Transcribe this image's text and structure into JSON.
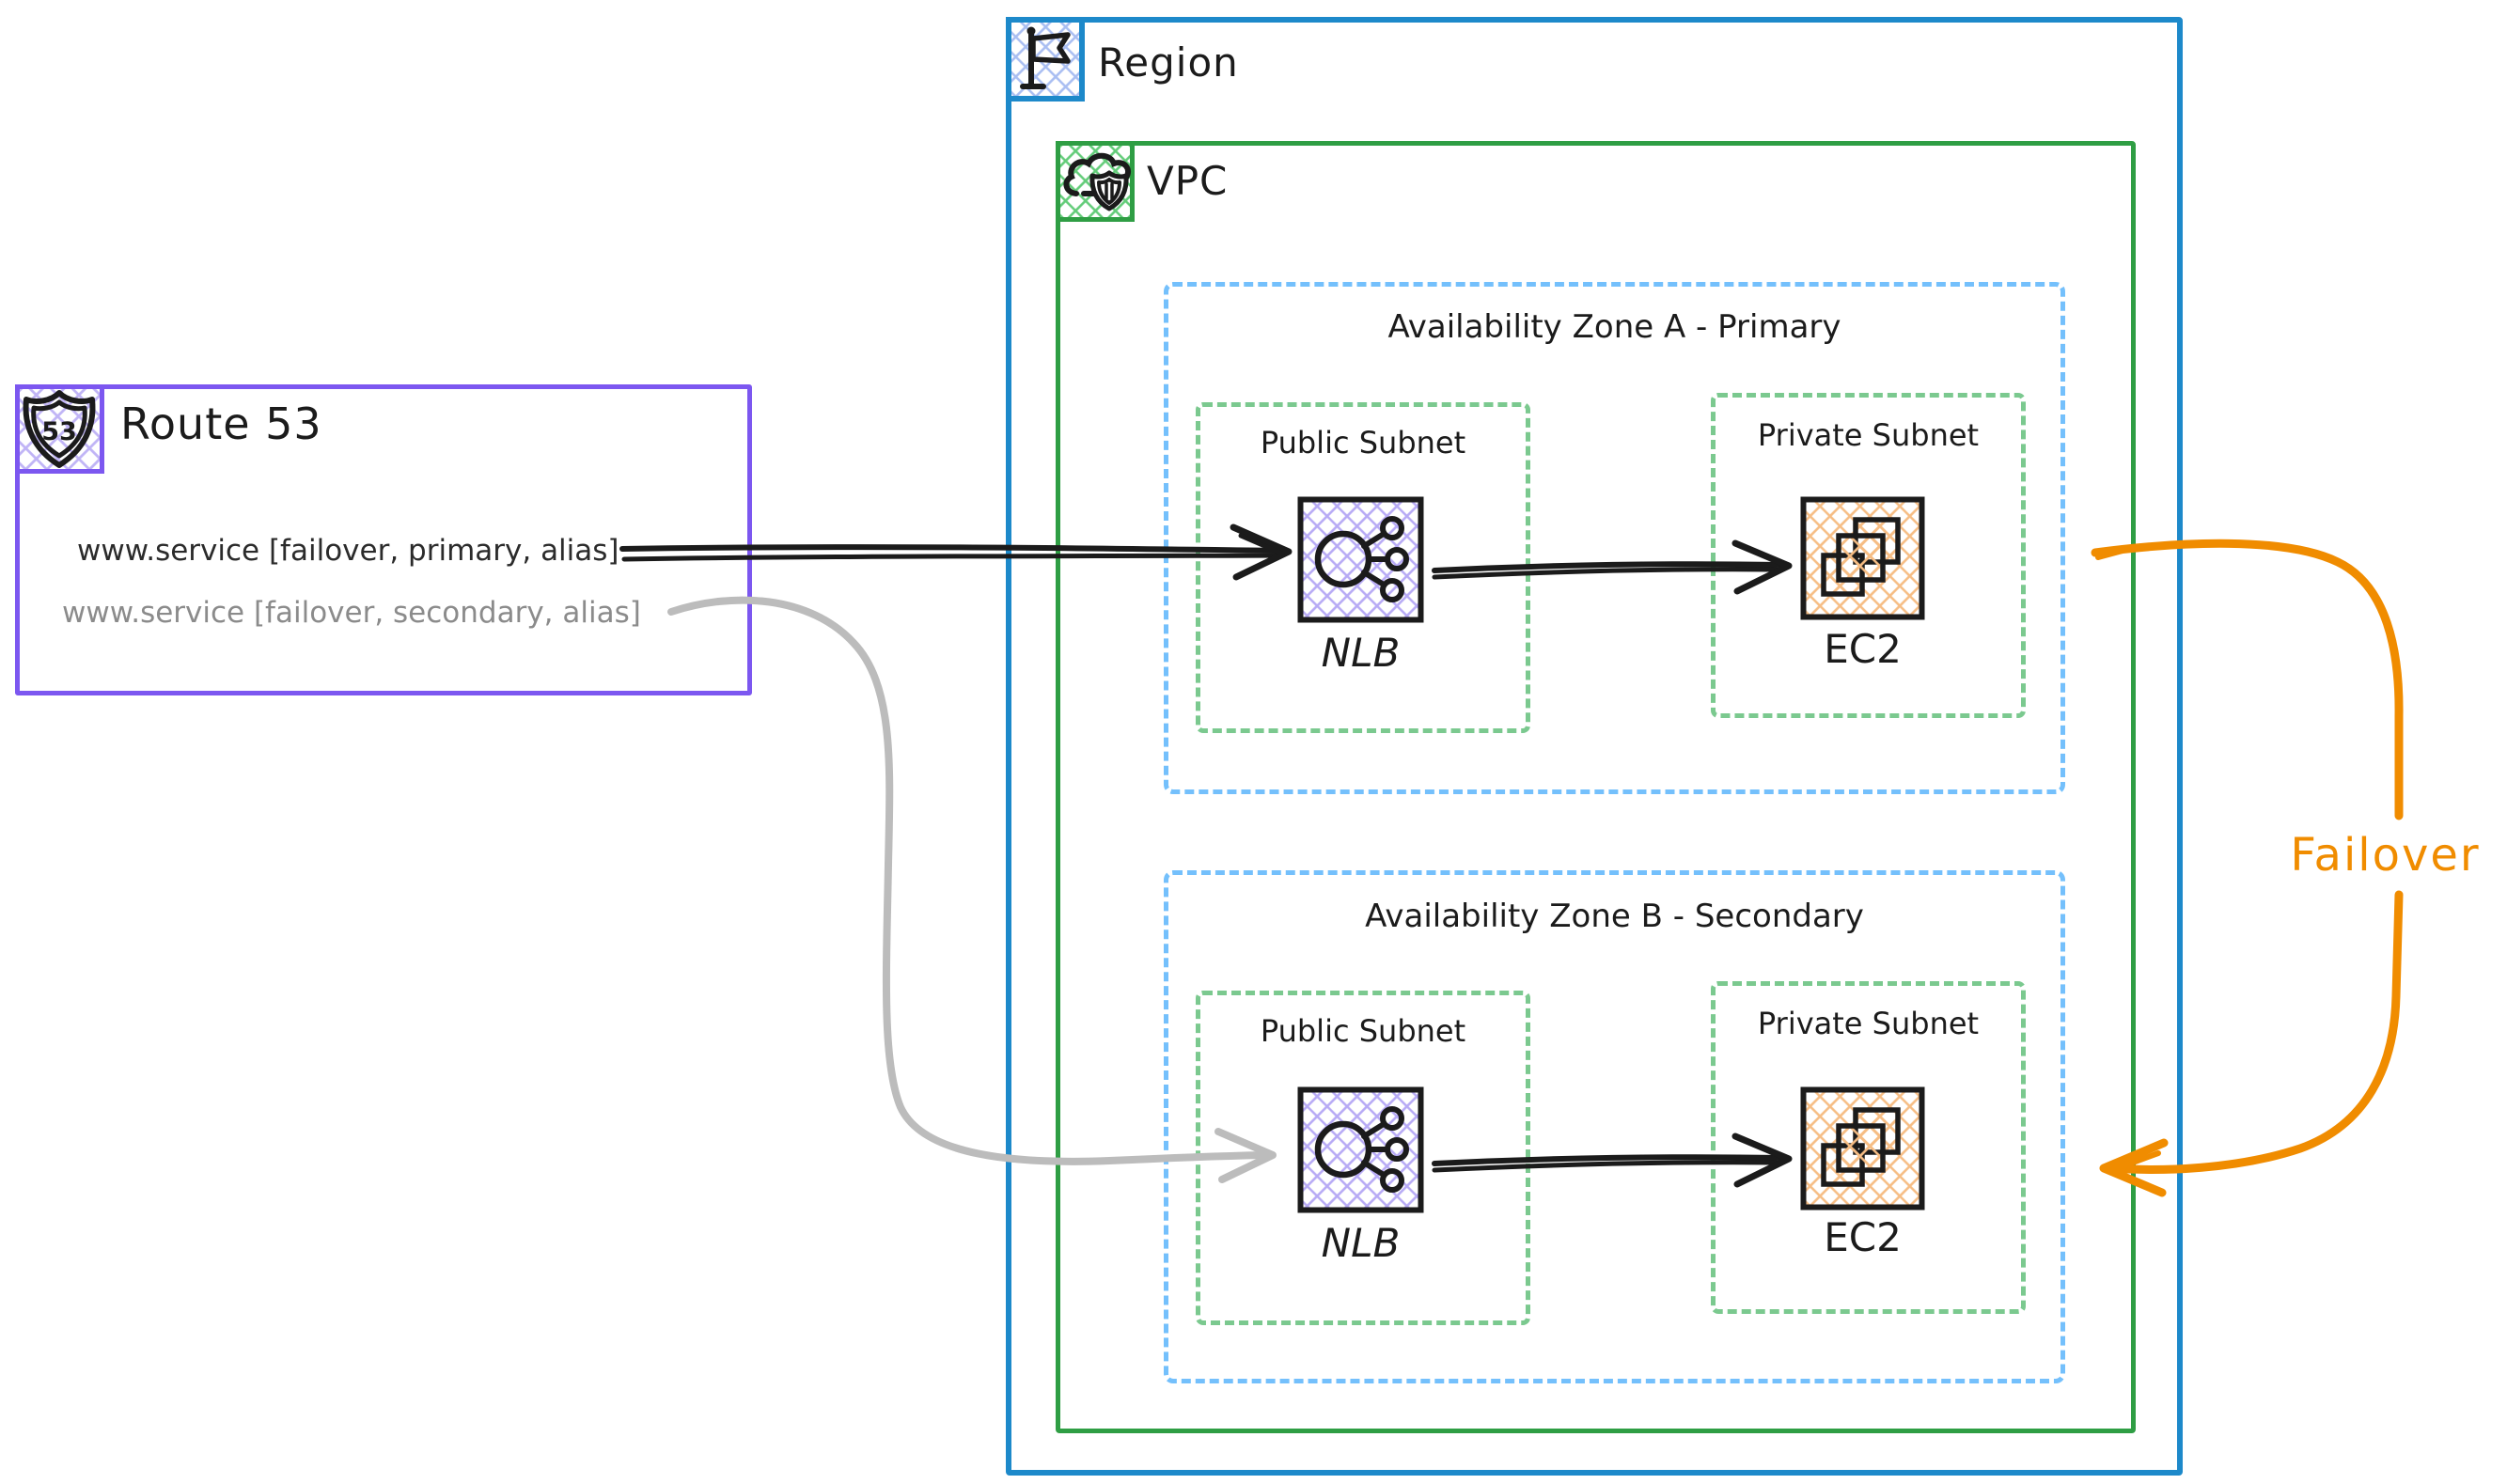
{
  "region": {
    "label": "Region",
    "icon": "flag-icon"
  },
  "vpc": {
    "label": "VPC",
    "icon": "cloud-shield-icon"
  },
  "route53": {
    "title": "Route 53",
    "icon": "route53-badge-icon",
    "badge": "53",
    "records": [
      {
        "label": "www.service [failover, primary, alias]",
        "role": "primary"
      },
      {
        "label": "www.service [failover, secondary, alias]",
        "role": "secondary"
      }
    ]
  },
  "zones": [
    {
      "label": "Availability Zone A - Primary",
      "public_subnet": {
        "label": "Public Subnet"
      },
      "private_subnet": {
        "label": "Private Subnet"
      },
      "nlb": {
        "label": "NLB"
      },
      "ec2": {
        "label": "EC2"
      }
    },
    {
      "label": "Availability Zone B - Secondary",
      "public_subnet": {
        "label": "Public Subnet"
      },
      "private_subnet": {
        "label": "Private Subnet"
      },
      "nlb": {
        "label": "NLB"
      },
      "ec2": {
        "label": "EC2"
      }
    }
  ],
  "failover": {
    "label": "Failover"
  },
  "colors": {
    "region_blue": "#1d89ca",
    "az_blue_dashed": "#74c0fc",
    "vpc_green": "#2f9e44",
    "subnet_green_dashed": "#7bc98f",
    "route53_purple": "#7c57f0",
    "stroke_black": "#1b1b1b",
    "secondary_gray": "#8b8b8b",
    "curve_gray": "#bcbcbc",
    "failover_orange": "#f08c00"
  }
}
